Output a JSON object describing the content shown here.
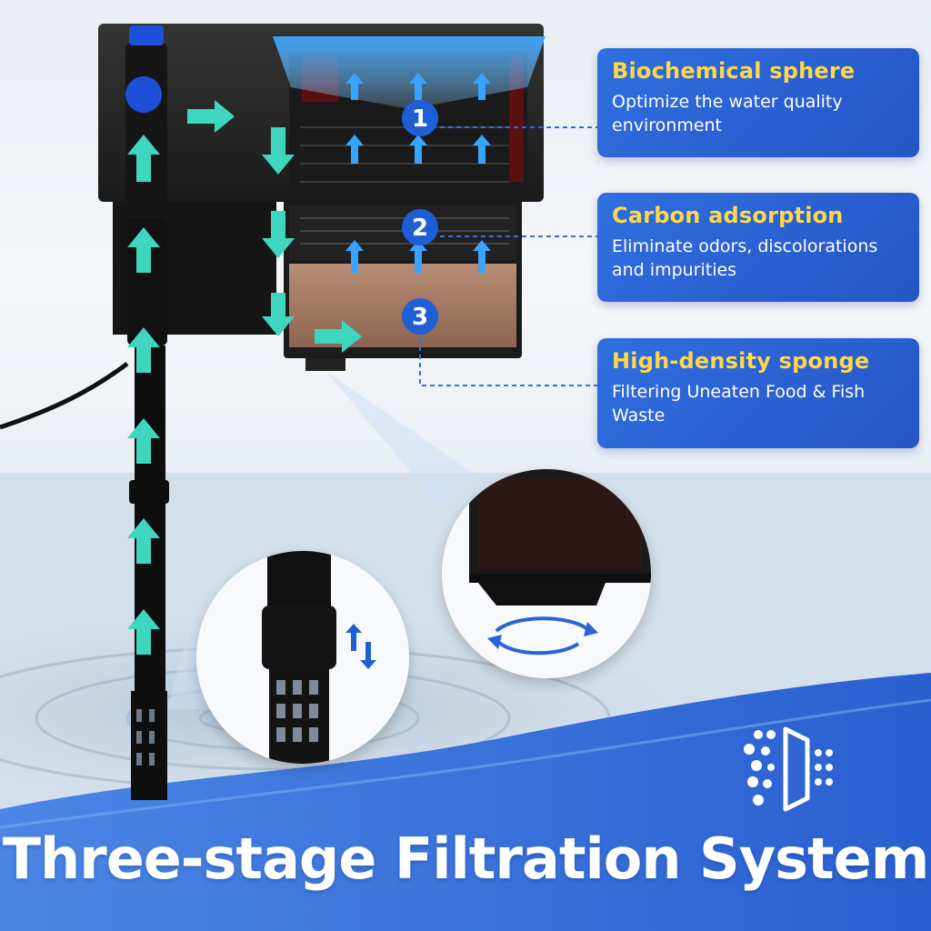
{
  "features": [
    {
      "number": "1",
      "title": "Biochemical sphere",
      "description": "Optimize the water quality environment"
    },
    {
      "number": "2",
      "title": "Carbon adsorption",
      "description": "Eliminate odors, discolorations and impurities"
    },
    {
      "number": "3",
      "title": "High-density sponge",
      "description": "Filtering Uneaten Food & Fish Waste"
    }
  ],
  "headline": "Three-stage Filtration System",
  "colors": {
    "panel": "#2a5fd0",
    "title_accent": "#ffd84a",
    "flow_arrow": "#3fd6c0",
    "bottom_band": "#2f6ad8"
  },
  "icons": [
    "flow-arrow-icon",
    "adjust-arrows-icon",
    "rotate-arrows-icon",
    "filter-logo-icon"
  ]
}
